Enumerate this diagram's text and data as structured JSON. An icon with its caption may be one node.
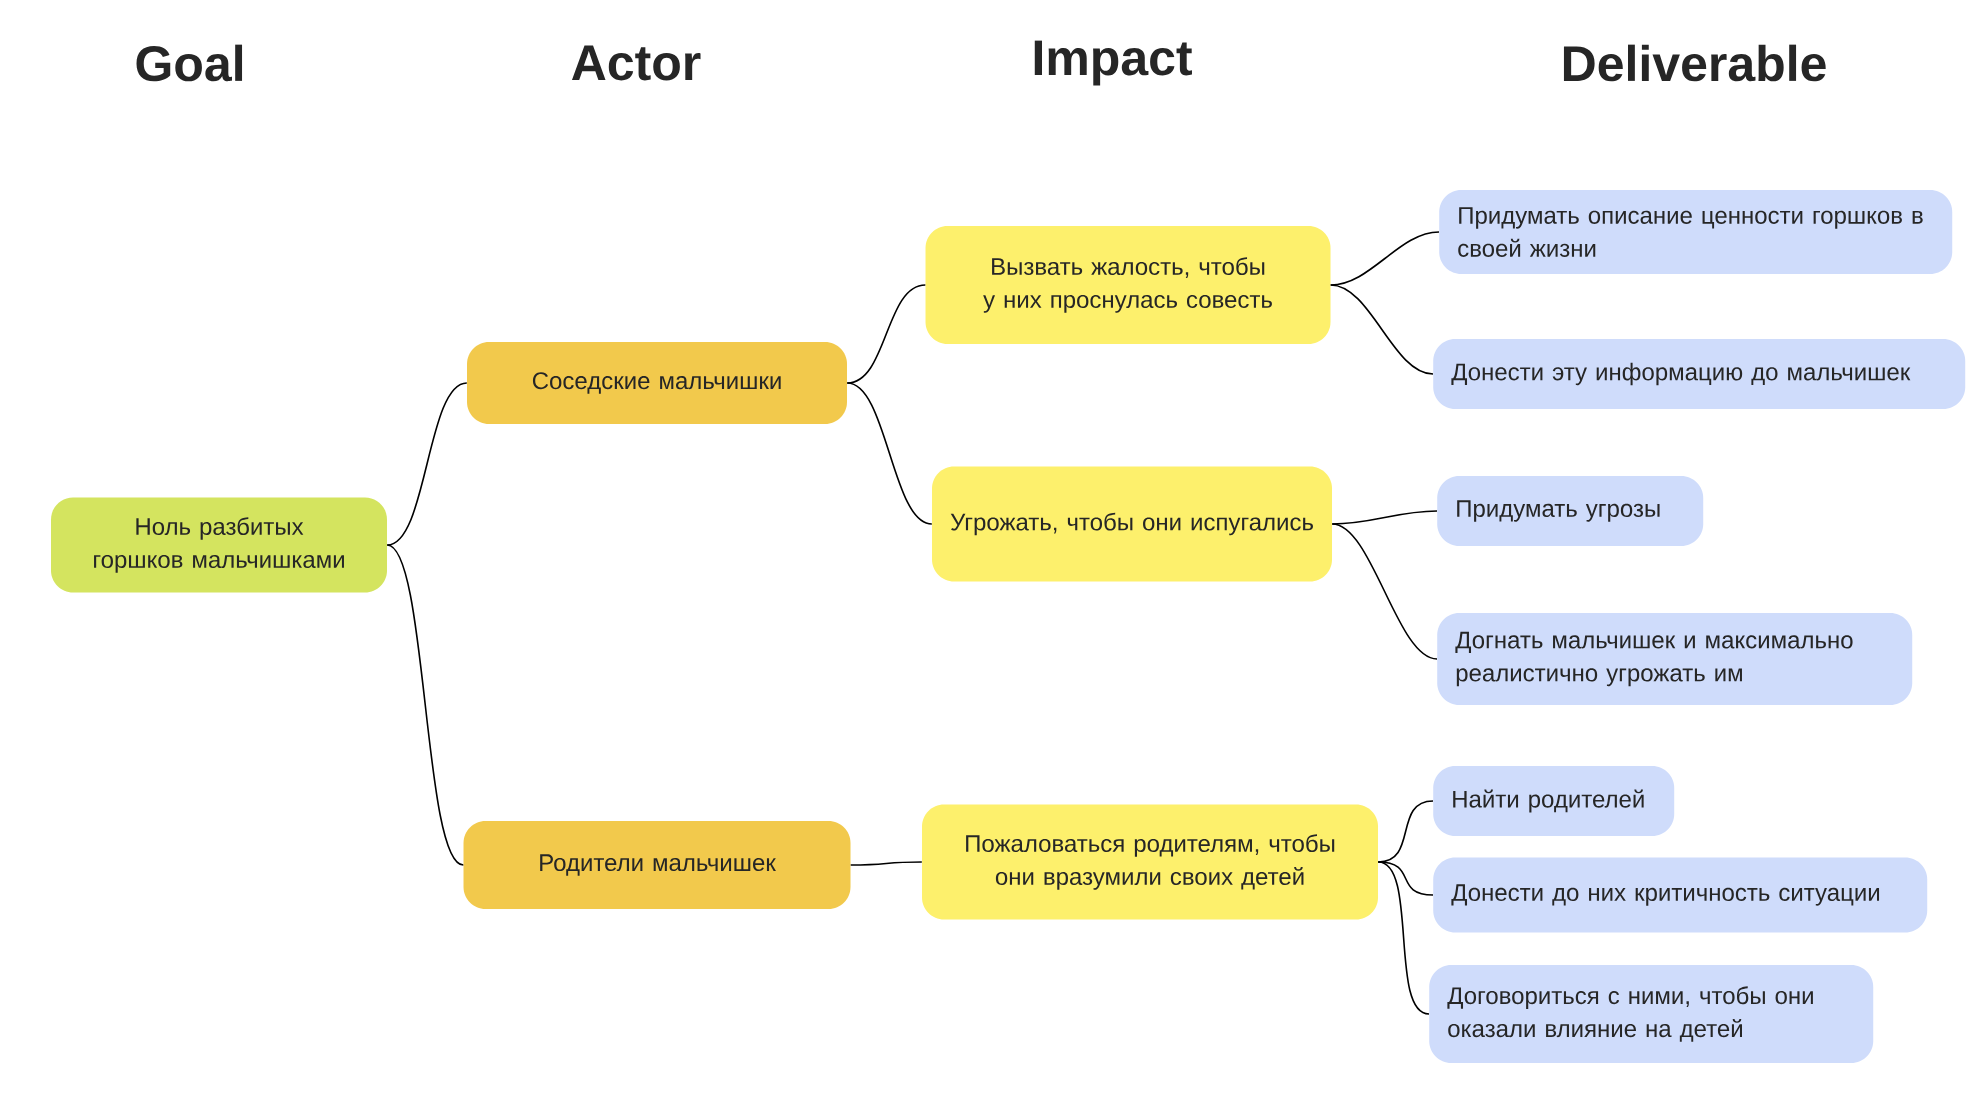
{
  "diagram": {
    "nodes": [
      {
        "text": [
          "Ноль разбитых горшков мальчишками"
        ]
      },
      {
        "text": [
          "Соседские мальчишки"
        ]
      },
      {
        "text": [
          "Родители мальчишек"
        ]
      },
      {
        "text": [
          "Вызвать жалость, чтобы у них проснулась совесть"
        ]
      },
      {
        "text": [
          "Угрожать, чтобы они испугались"
        ]
      },
      {
        "text": [
          "Пожаловаться родителям, чтобы они вразумили своих детей"
        ]
      },
      {
        "text": [
          "Придумать описание ценности горшков в своей жизни"
        ]
      },
      {
        "text": [
          "Донести эту информацию до мальчишек"
        ]
      },
      {
        "text": [
          "Придумать угрозы"
        ]
      },
      {
        "text": [
          "Догнать мальчишек и максимально реалистично угрожать им"
        ]
      },
      {
        "text": [
          "Найти родителей"
        ]
      },
      {
        "text": [
          "Донести до них критичность ситуации"
        ]
      },
      {
        "text": [
          "Договориться с ними, чтобы они оказали влияние на детей"
        ]
      }
    ],
    "edges": [
      {
        "from": 0,
        "to": 1,
        "arrow": "none"
      },
      {
        "from": 0,
        "to": 2,
        "arrow": "none"
      },
      {
        "from": 1,
        "to": 3,
        "arrow": "none"
      },
      {
        "from": 1,
        "to": 4,
        "arrow": "none"
      },
      {
        "from": 2,
        "to": 5,
        "arrow": "none"
      },
      {
        "from": 3,
        "to": 6,
        "arrow": "none"
      },
      {
        "from": 3,
        "to": 7,
        "arrow": "none"
      },
      {
        "from": 4,
        "to": 8,
        "arrow": "none"
      },
      {
        "from": 4,
        "to": 9,
        "arrow": "none"
      },
      {
        "from": 5,
        "to": 10,
        "arrow": "none"
      },
      {
        "from": 5,
        "to": 11,
        "arrow": "none"
      },
      {
        "from": 5,
        "to": 12,
        "arrow": "none"
      }
    ],
    "labels": [
      "Goal",
      "Actor",
      "Impact",
      "Deliverable"
    ]
  }
}
